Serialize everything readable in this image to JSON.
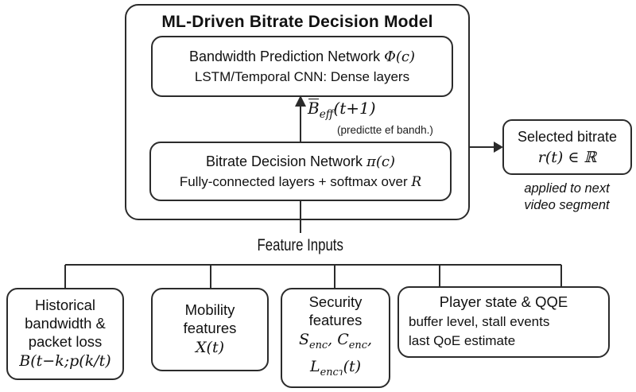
{
  "model": {
    "title": "ML-Driven Bitrate Decision Model",
    "bandwidth_network": {
      "name": "Bandwidth Prediction Network ",
      "math": "Φ(c)",
      "detail": "LSTM/Temporal CNN: Dense layers"
    },
    "prediction_arrow": {
      "base": "B",
      "sub": "eff",
      "args": "(t+1)",
      "caption": "(predictte ef bandh.)"
    },
    "bitrate_network": {
      "name": "Bitrate Decision Network ",
      "math": "π(c)",
      "detail_text": "Fully-connected layers + softmax over ",
      "detail_math": "R"
    }
  },
  "output": {
    "title": "Selected bitrate",
    "math": "r(t) ∈ ℝ",
    "caption_line1": "applied to next",
    "caption_line2": "video segment"
  },
  "feature_inputs_label": "Feature Inputs",
  "features": {
    "historical": {
      "line1": "Historical",
      "line2": "bandwidth &",
      "line3": "packet loss",
      "math": "B(t−k;p(k/t)"
    },
    "mobility": {
      "line1": "Mobility",
      "line2": "features",
      "math": "X(t)"
    },
    "security": {
      "line1": "Security",
      "line2": "features",
      "m1a": "S",
      "m1asub": "enc",
      "m1b": ", C",
      "m1bsub": "enc",
      "m1c": ",",
      "m2a": "L",
      "m2asub": "encɿ",
      "m2b": "(t)"
    },
    "player": {
      "line1": "Player state & QQE",
      "line2": "buffer level, stall events",
      "line3": "last QoE estimate"
    }
  },
  "colors": {
    "stroke": "#2b2b2b",
    "background": "#ffffff",
    "text": "#111111"
  }
}
